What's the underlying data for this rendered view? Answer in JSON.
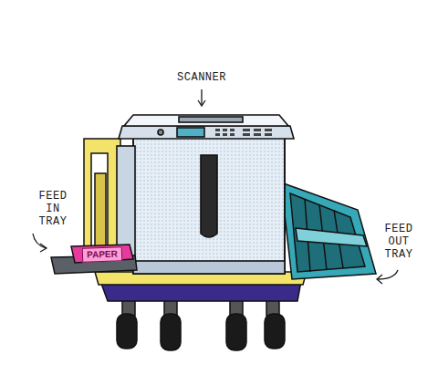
{
  "diagram": {
    "nodes": [
      {
        "text": [
          "PAPER"
        ]
      }
    ],
    "labels": [
      "SCANNER",
      "FEED IN TRAY",
      "FEED OUT TRAY"
    ]
  }
}
